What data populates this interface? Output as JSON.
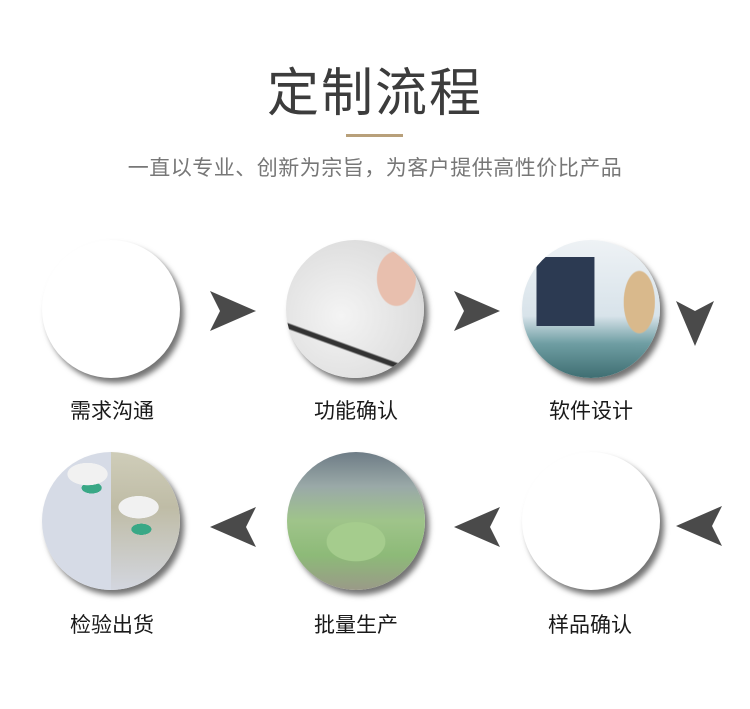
{
  "header": {
    "title": "定制流程",
    "divider_color": "#b8a07a",
    "subtitle": "一直以专业、创新为宗旨，为客户提供高性价比产品"
  },
  "steps": [
    {
      "label": "需求沟通",
      "image": "man-with-headphones-photo"
    },
    {
      "label": "功能确认",
      "image": "hand-signing-document-photo"
    },
    {
      "label": "软件设计",
      "image": "woman-at-computer-photo"
    },
    {
      "label": "样品确认",
      "image": "circuit-board-photo"
    },
    {
      "label": "批量生产",
      "image": "factory-production-line-photo"
    },
    {
      "label": "检验出货",
      "image": "workers-inspection-photo"
    }
  ],
  "arrows": [
    {
      "direction": "right",
      "icon": "arrow-right-icon"
    },
    {
      "direction": "right",
      "icon": "arrow-right-icon"
    },
    {
      "direction": "down",
      "icon": "arrow-down-icon"
    },
    {
      "direction": "left",
      "icon": "arrow-left-icon"
    },
    {
      "direction": "left",
      "icon": "arrow-left-icon"
    },
    {
      "direction": "left",
      "icon": "arrow-left-icon"
    }
  ],
  "colors": {
    "arrow": "#4a4a4a",
    "title": "#3c3c3c",
    "subtitle": "#777777",
    "label": "#1a1a1a"
  }
}
